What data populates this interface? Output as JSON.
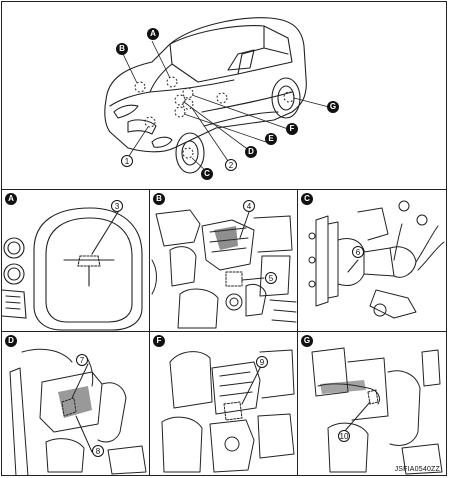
{
  "overview": {
    "area_labels": [
      "A",
      "B",
      "C",
      "D",
      "E",
      "F",
      "G"
    ],
    "callouts": [
      "1",
      "2"
    ]
  },
  "panels": [
    {
      "letter": "A",
      "callouts": [
        "3"
      ]
    },
    {
      "letter": "B",
      "callouts": [
        "4",
        "5"
      ]
    },
    {
      "letter": "C",
      "callouts": [
        "6"
      ]
    },
    {
      "letter": "D",
      "callouts": [
        "7",
        "8"
      ]
    },
    {
      "letter": "F",
      "callouts": [
        "9"
      ]
    },
    {
      "letter": "G",
      "callouts": [
        "10"
      ]
    }
  ],
  "figure_code": "JSFIA0540ZZ"
}
